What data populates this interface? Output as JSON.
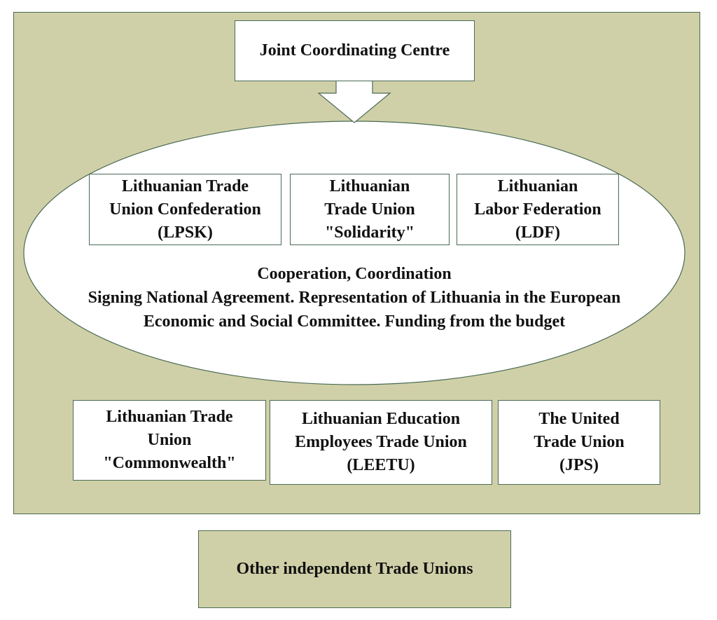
{
  "top_box": {
    "label": "Joint Coordinating Centre"
  },
  "member_unions": [
    {
      "lines": [
        "Lithuanian Trade",
        "Union Confederation",
        "(LPSK)"
      ]
    },
    {
      "lines": [
        "Lithuanian",
        "Trade Union",
        "\"Solidarity\""
      ]
    },
    {
      "lines": [
        "Lithuanian",
        "Labor Federation",
        "(LDF)"
      ]
    }
  ],
  "ellipse_text": {
    "lines": [
      "Cooperation, Coordination",
      "Signing National Agreement. Representation of Lithuania in the European",
      "Economic and Social Committee. Funding from the budget"
    ]
  },
  "other_unions": [
    {
      "lines": [
        "Lithuanian Trade",
        "Union",
        "\"Commonwealth\""
      ]
    },
    {
      "lines": [
        "Lithuanian Education",
        "Employees Trade Union",
        "(LEETU)"
      ]
    },
    {
      "lines": [
        "The United",
        "Trade Union",
        "(JPS)"
      ]
    }
  ],
  "bottom_box": {
    "label": "Other independent Trade Unions"
  },
  "colors": {
    "panel_fill": "#d0d0a8",
    "border": "#4a6a55",
    "box_fill": "#ffffff"
  }
}
